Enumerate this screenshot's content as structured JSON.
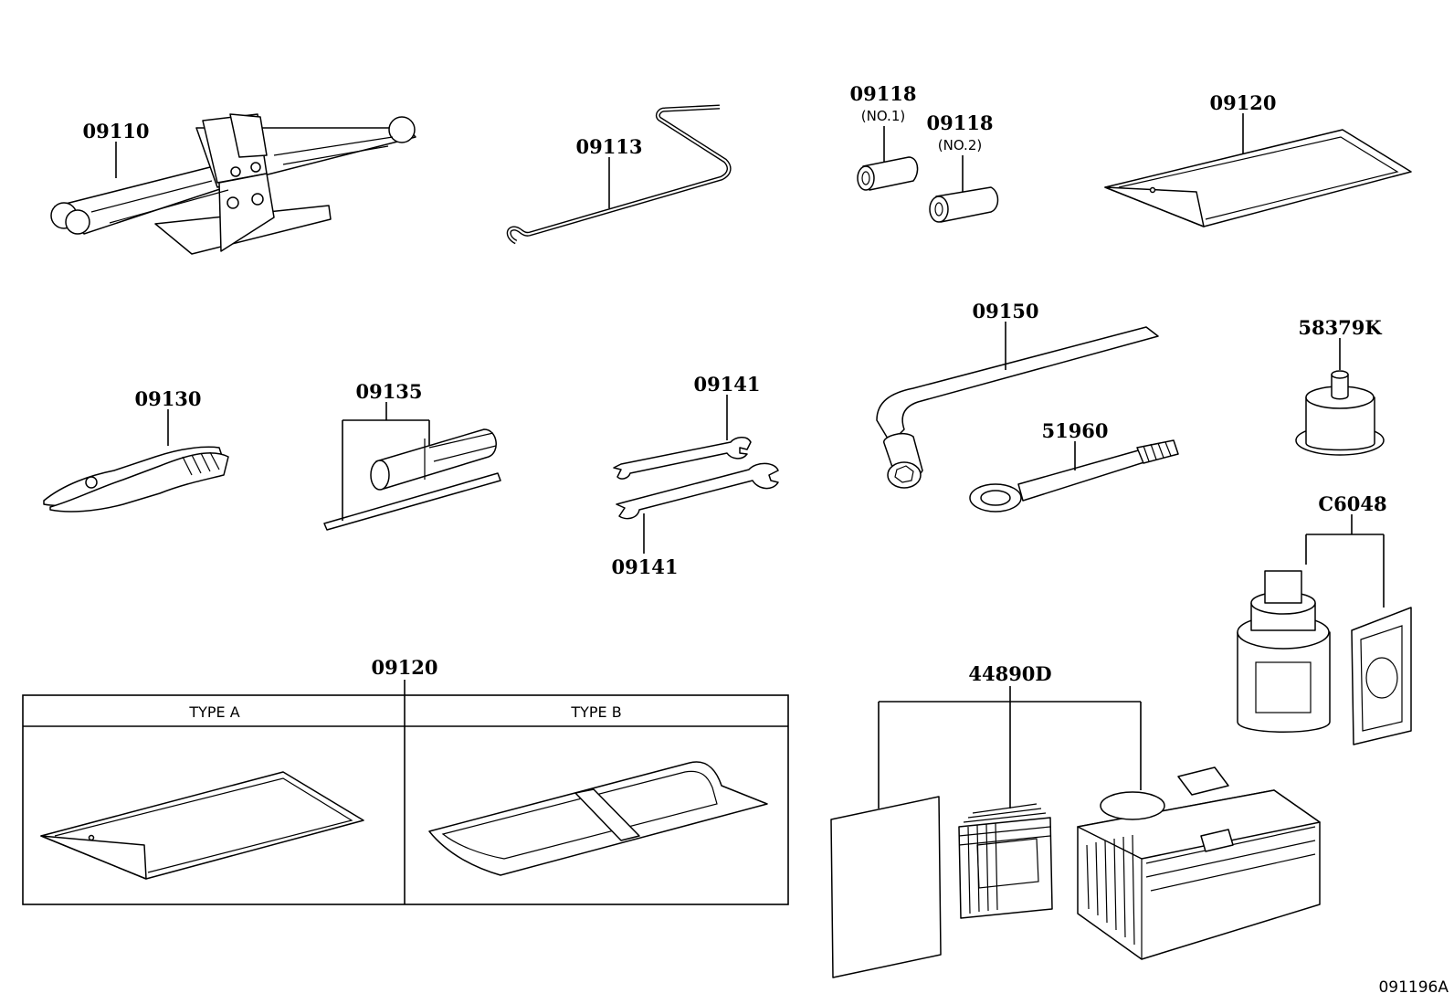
{
  "labels": {
    "jack": "09110",
    "handle": "09113",
    "adapter_no1": "09118",
    "adapter_no1_sub": "(NO.1)",
    "adapter_no2": "09118",
    "adapter_no2_sub": "(NO.2)",
    "tool_bag_top": "09120",
    "pliers": "09130",
    "screwdriver": "09135",
    "wrench_upper": "09141",
    "wrench_lower": "09141",
    "lug_wrench": "09150",
    "towing_eye": "51960",
    "cap": "58379K",
    "sealant": "C6048",
    "tool_bag_group": "09120",
    "repair_kit": "44890D",
    "diagram_code": "091196A"
  },
  "tool_bag_table": {
    "type_a": "TYPE A",
    "type_b": "TYPE B"
  }
}
